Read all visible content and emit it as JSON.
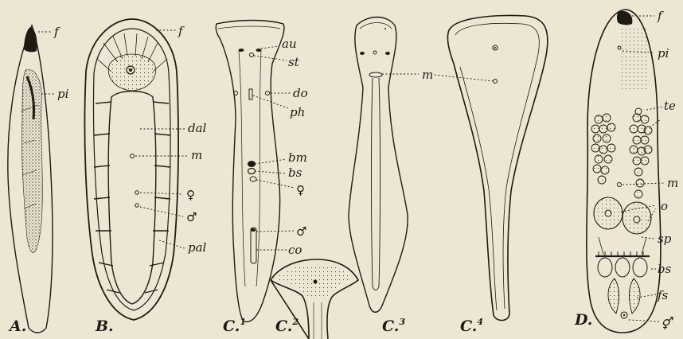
{
  "figure": {
    "panels": [
      {
        "id": "A",
        "caption": "A."
      },
      {
        "id": "B",
        "caption": "B."
      },
      {
        "id": "C1",
        "caption": "C.",
        "sup": "1"
      },
      {
        "id": "C2",
        "caption": "C.",
        "sup": "2"
      },
      {
        "id": "C3",
        "caption": "C.",
        "sup": "3"
      },
      {
        "id": "C4",
        "caption": "C.",
        "sup": "4"
      },
      {
        "id": "D",
        "caption": "D."
      }
    ],
    "labels": {
      "A_f": "f",
      "A_pi": "pi",
      "B_f": "f",
      "B_dal": "dal",
      "B_m": "m",
      "B_female": "♀",
      "B_male": "♂",
      "B_pal": "pal",
      "C1_au": "au",
      "C1_st": "st",
      "C1_do": "do",
      "C1_ph": "ph",
      "C1_bm": "bm",
      "C1_bs": "bs",
      "C1_female": "♀",
      "C1_male": "♂",
      "C1_co": "co",
      "C3_m": "m",
      "D_f": "f",
      "D_pi": "pi",
      "D_te": "te",
      "D_m": "m",
      "D_o": "o",
      "D_sp": "sp",
      "D_bs": "bs",
      "D_fs": "fs",
      "D_hermaphrodite": "⚥"
    }
  }
}
